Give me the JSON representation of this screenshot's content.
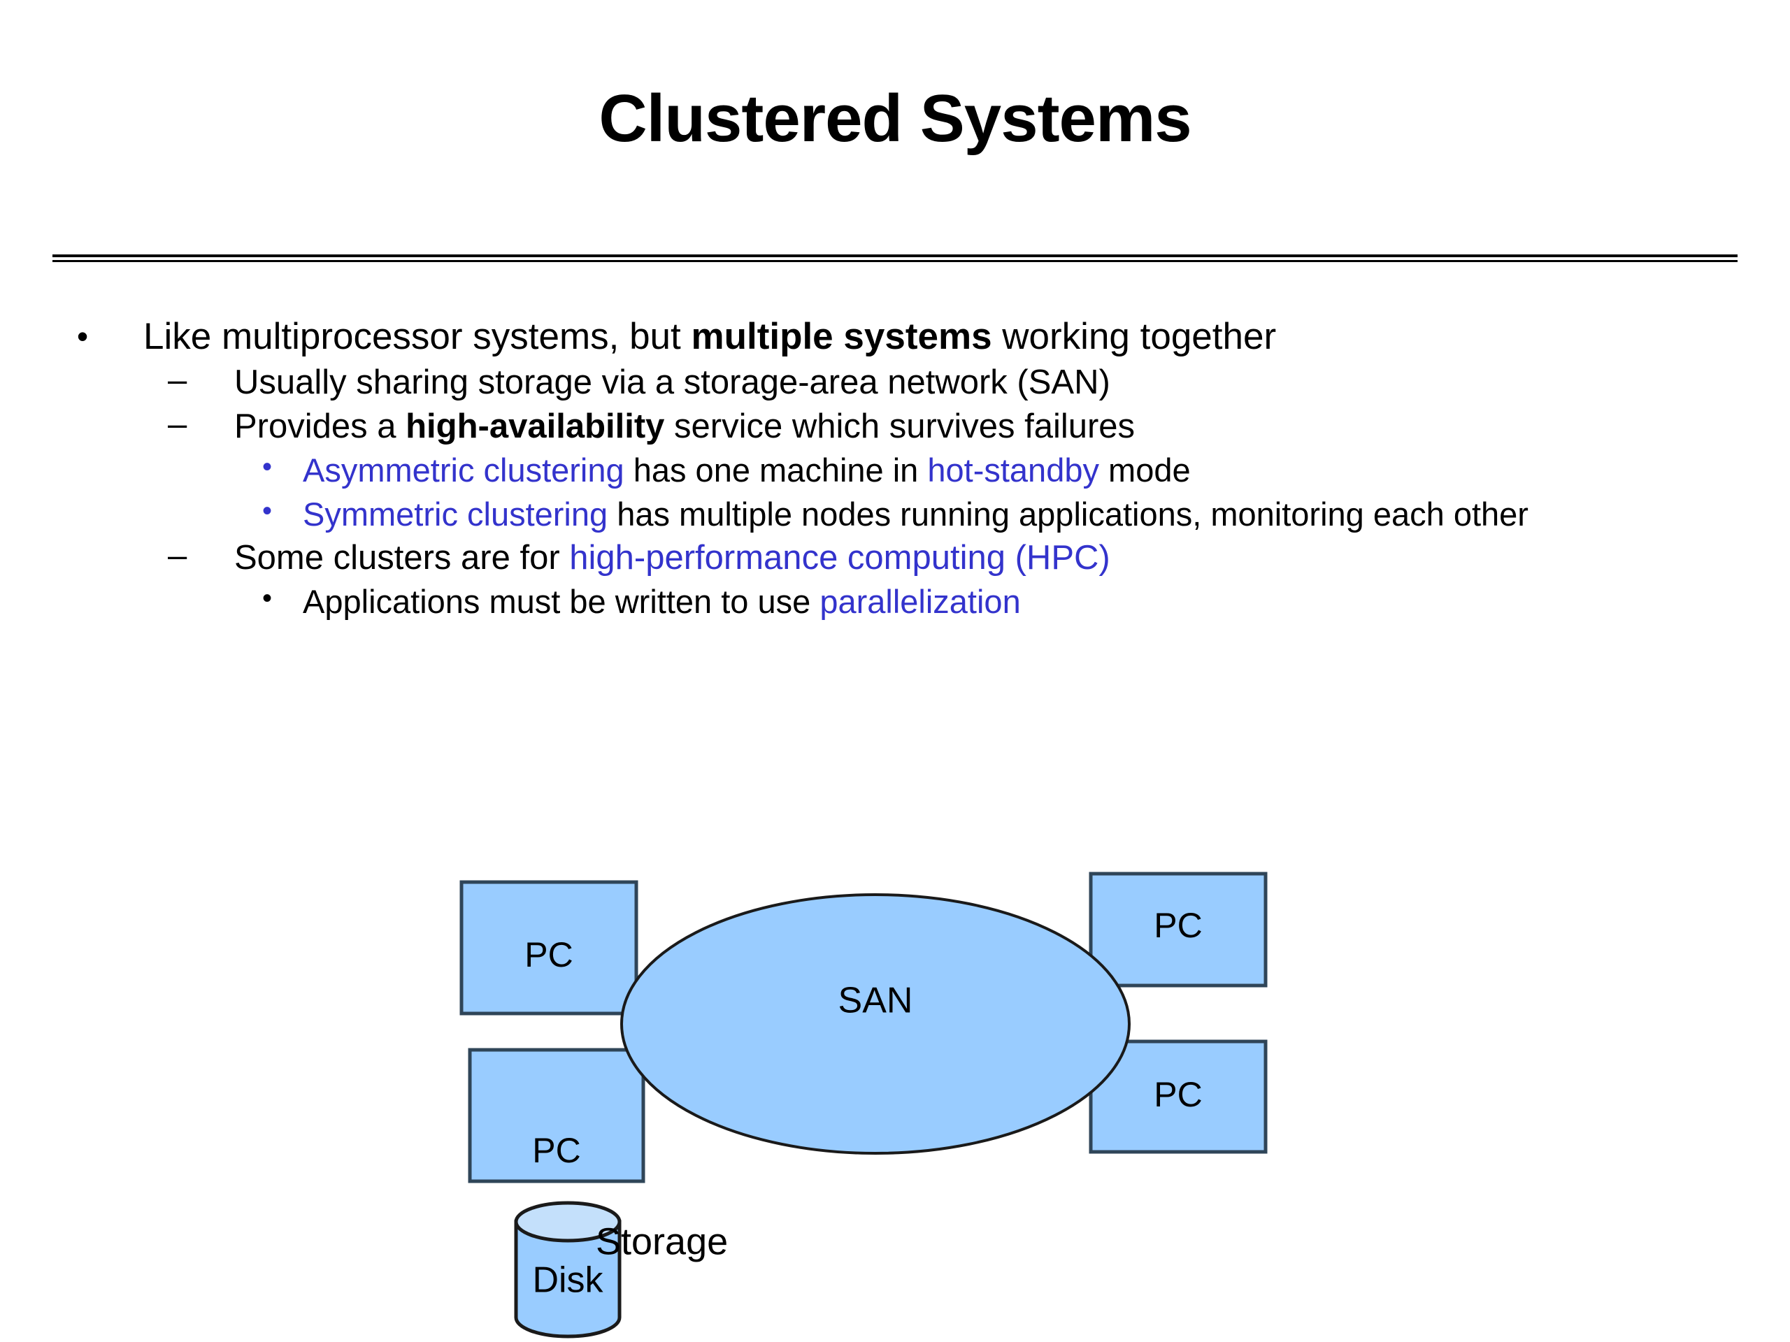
{
  "slide": {
    "title": "Clustered Systems",
    "accent_blue": "#3333CC",
    "shape_fill": "#99CCFF",
    "shape_fill_light": "#C4E0FB",
    "shape_stroke": "#2F4558"
  },
  "bullets": {
    "b1": {
      "marker": "•",
      "level": 1,
      "parts": [
        {
          "text": "Like multiprocessor systems, but ",
          "style": "plain"
        },
        {
          "text": "multiple systems",
          "style": "bold"
        },
        {
          "text": " working together",
          "style": "plain"
        }
      ],
      "p1": "Like multiprocessor systems, but ",
      "p2": "multiple systems",
      "p3": " working together"
    },
    "b2": {
      "marker": "–",
      "level": 2,
      "p1": "Usually sharing storage via a storage-area network (SAN)"
    },
    "b3": {
      "marker": "–",
      "level": 2,
      "p1": "Provides a ",
      "p2": "high-availability",
      "p3": " service which survives failures"
    },
    "b4": {
      "marker": "•",
      "level": 3,
      "p1": "Asymmetric clustering",
      "p2": " has one machine in ",
      "p3": "hot-standby",
      "p4": " mode"
    },
    "b5": {
      "marker": "•",
      "level": 3,
      "p1": "Symmetric clustering",
      "p2": " has multiple nodes running applications, monitoring each other"
    },
    "b6": {
      "marker": "–",
      "level": 2,
      "p1": "Some clusters are for ",
      "p2": "high-performance computing (HPC)"
    },
    "b7": {
      "marker": "•",
      "level": 3,
      "p1": "Applications must be written to use ",
      "p2": "parallelization"
    }
  },
  "diagram": {
    "san_label": "SAN",
    "disk_label": "Disk",
    "storage_label": "Storage",
    "pc_top_left": "PC",
    "pc_bottom_left": "PC",
    "pc_top_right": "PC",
    "pc_bottom_right": "PC"
  }
}
